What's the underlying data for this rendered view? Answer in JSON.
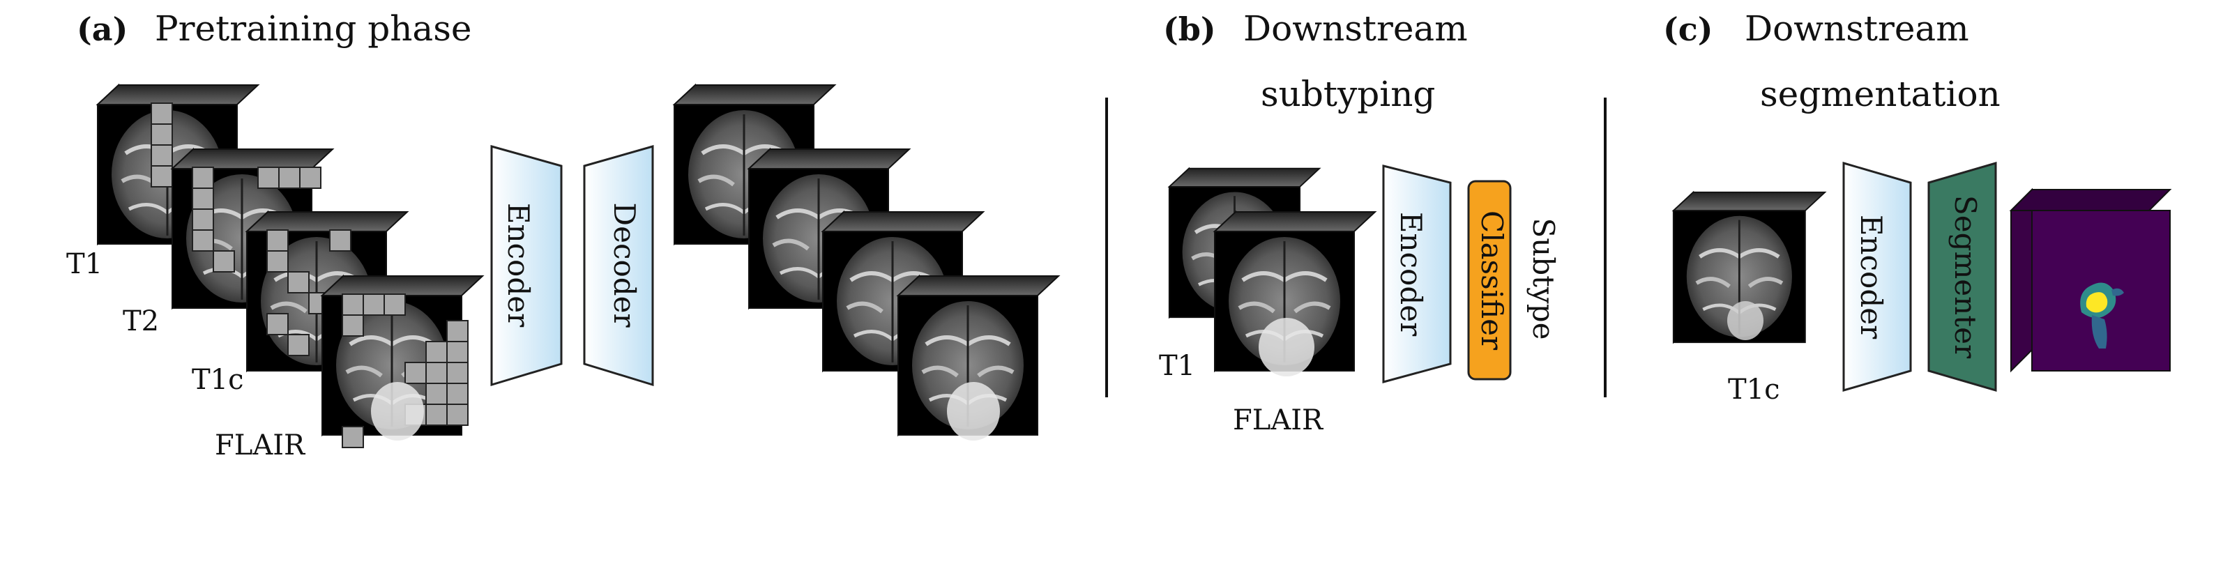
{
  "panels": {
    "a": {
      "letter": "(a)",
      "title": "Pretraining phase",
      "modalities": [
        "T1",
        "T2",
        "T1c",
        "FLAIR"
      ],
      "encoder_label": "Encoder",
      "decoder_label": "Decoder"
    },
    "b": {
      "letter": "(b)",
      "title_line1": "Downstream",
      "title_line2": "subtyping",
      "modalities": [
        "T1",
        "FLAIR"
      ],
      "encoder_label": "Encoder",
      "classifier_label": "Classifier",
      "output_label": "Subtype"
    },
    "c": {
      "letter": "(c)",
      "title_line1": "Downstream",
      "title_line2": "segmentation",
      "modality": "T1c",
      "encoder_label": "Encoder",
      "segmenter_label": "Segmenter"
    }
  },
  "colors": {
    "encoder_fill": "#d7ecf8",
    "classifier_fill": "#f6a21e",
    "segmenter_fill": "#3a7a62",
    "segmentation_bg": "#440154",
    "tumor_yellow": "#fde725",
    "tumor_teal": "#2f8c8a",
    "tumor_blue": "#31688e",
    "patch_gray": "#a9a9a9"
  },
  "icons": [
    "mri-slice",
    "masked-patch-grid",
    "segmentation-volume"
  ]
}
